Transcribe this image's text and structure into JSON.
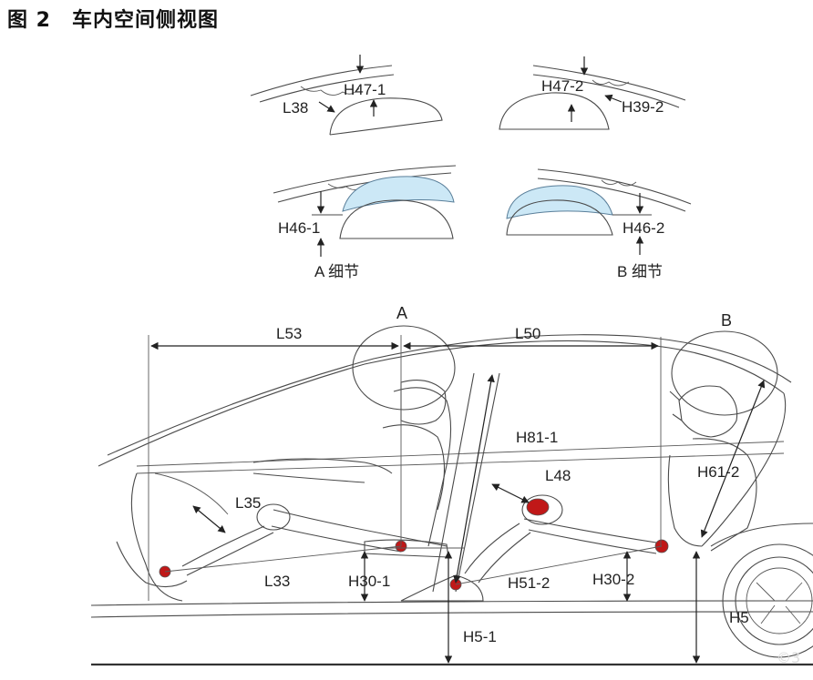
{
  "figure": {
    "title": "图 2　车内空间侧视图",
    "colors": {
      "line": "#4a4a4a",
      "dimension": "#222222",
      "head_clearance_fill": "#cce8f6",
      "h_point": "#c01818"
    }
  },
  "details": {
    "top_left": {
      "labels": [
        "L38",
        "H47-1"
      ]
    },
    "top_right": {
      "labels": [
        "H47-2",
        "H39-2"
      ]
    },
    "mid_left": {
      "labels": [
        "H46-1"
      ],
      "caption": "A 细节"
    },
    "mid_right": {
      "labels": [
        "H46-2"
      ],
      "caption": "B 细节"
    }
  },
  "main": {
    "zone_labels": [
      "A",
      "B"
    ],
    "dimensions": [
      "L53",
      "L50",
      "H81-1",
      "L48",
      "H61-2",
      "L35",
      "L33",
      "H30-1",
      "H51-2",
      "H30-2",
      "H5-1",
      "H5"
    ],
    "watermark": "©3"
  }
}
